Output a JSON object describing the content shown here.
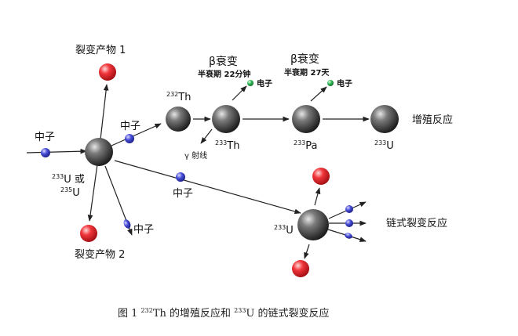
{
  "labels": {
    "fission_product_1": "裂变产物 1",
    "fission_product_2": "裂变产物 2",
    "neutron_in": "中子",
    "neutron_to_th": "中子",
    "neutron_long": "中子",
    "neutron_lower": "中子",
    "u233_or_u235_line1_iso": "233",
    "u233_or_u235_line1_sym": "U 或",
    "u233_or_u235_line2_iso": "235",
    "u233_or_u235_line2_sym": "U",
    "th232_iso": "232",
    "th232_sym": "Th",
    "th233_iso": "233",
    "th233_sym": "Th",
    "gamma": "γ 射线",
    "beta1_title": "β衰变",
    "beta1_halflife": "半衰期 22分钟",
    "beta1_electron": "电子",
    "beta2_title": "β衰变",
    "beta2_halflife": "半衰期 27天",
    "beta2_electron": "电子",
    "pa233_iso": "233",
    "pa233_sym": "Pa",
    "u233_iso": "233",
    "u233_sym": "U",
    "breeding": "增殖反应",
    "u233_chain_iso": "233",
    "u233_chain_sym": "U",
    "chain": "链式裂变反应"
  },
  "caption": {
    "prefix": "图 1 ",
    "iso1": "232",
    "mid1": "Th 的增殖反应和 ",
    "iso2": "233",
    "mid2": "U 的链式裂变反应"
  },
  "colors": {
    "nucleus": "#2a2a2a",
    "fission_product": "#e8242c",
    "neutron": "#3a40c8",
    "electron": "#22a34a",
    "arrow": "#222222"
  }
}
